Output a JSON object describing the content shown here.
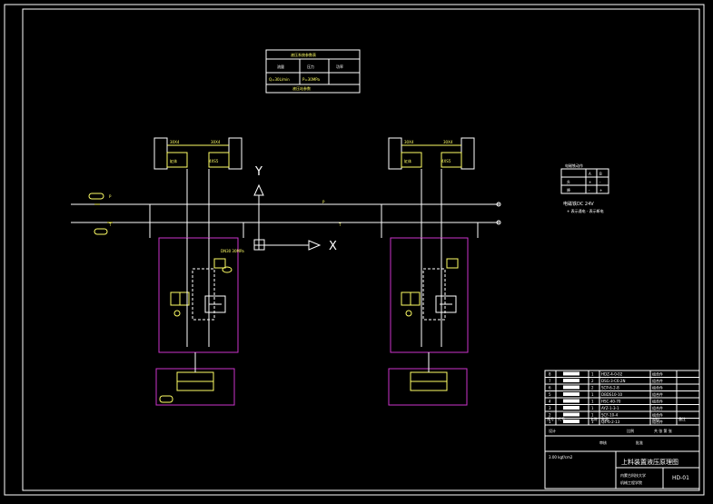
{
  "drawing": {
    "axes": {
      "y_label": "Y",
      "x_label": "X"
    },
    "upper_lines": {
      "left_tag": "P",
      "mid_tag": "P"
    },
    "lower_lines": {
      "left_tag": "T",
      "mid_tag": "T"
    },
    "valve_note": "DN30 30MPa",
    "unit_a": {
      "left_tag": "30X4",
      "right_tag": "30X4",
      "cyl_left": "缸体",
      "cyl_right": "4XS5"
    },
    "unit_b": {
      "left_tag": "30X4",
      "right_tag": "30X4",
      "cyl_left": "缸体",
      "cyl_right": "4XS5"
    },
    "voltage_table": {
      "header": "电磁铁动作",
      "cols": [
        "A",
        "B"
      ],
      "rows": [
        [
          "升",
          "+",
          "-"
        ],
        [
          "降",
          "-",
          "+"
        ]
      ],
      "note1": "电磁铁DC 24V",
      "note2": "+ 表示通电 - 表示断电"
    },
    "top_table": {
      "title": "液压系统参数表",
      "row1": [
        "流量",
        "压力",
        "功率"
      ],
      "row2": [
        "Q=30L/min",
        "P=30MPa"
      ],
      "note": "液压站参数"
    }
  },
  "title_block": {
    "parts": [
      {
        "no": "8",
        "code": "HDZ-4-0-02",
        "name": "",
        "qty": "1",
        "mat": "组合件"
      },
      {
        "no": "7",
        "code": "DSG-3-C6-2N",
        "name": "",
        "qty": "2",
        "mat": "组合件"
      },
      {
        "no": "6",
        "code": "SCP-6-2-8",
        "name": "",
        "qty": "2",
        "mat": "组合件"
      },
      {
        "no": "5",
        "code": "DBDS10-10",
        "name": "",
        "qty": "1",
        "mat": "组合件"
      },
      {
        "no": "4",
        "code": "HSC-40-70",
        "name": "",
        "qty": "1",
        "mat": "组合件"
      },
      {
        "no": "3",
        "code": "AYZ-1-3-1",
        "name": "",
        "qty": "1",
        "mat": "组合件"
      },
      {
        "no": "2",
        "code": "SCF-10-4",
        "name": "",
        "qty": "1",
        "mat": "组合件"
      },
      {
        "no": "1",
        "code": "Q4-6-2-13",
        "name": "",
        "qty": "1",
        "mat": "组合件"
      }
    ],
    "header": [
      "序号",
      "代号",
      "名称",
      "数量",
      "材料",
      "备注"
    ],
    "company": "上料装置液压原理图",
    "school": "内蒙古科技大学",
    "dept": "机械工程学院",
    "drawing_no": "HD-01",
    "scale_label": "比例",
    "sheet_label": "共 张 第 张",
    "design_label": "设计",
    "check_label": "审核",
    "approve_label": "批准",
    "small_note": "3.00 kgf/cm2"
  }
}
